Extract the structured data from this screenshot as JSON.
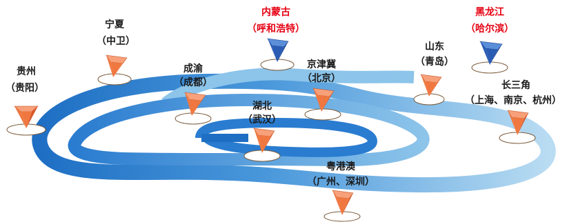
{
  "colors": {
    "track_dark": "#1e6fc4",
    "track_light": "#b9dcf2",
    "pin_orange": "#f07840",
    "pin_blue": "#2a5cb4",
    "label_black": "#1a1a1a",
    "label_red": "#e60012"
  },
  "hubs": [
    {
      "id": "guizhou",
      "line1": "贵州",
      "line2": "（贵阳）",
      "color": "orange",
      "text_color": "black"
    },
    {
      "id": "ningxia",
      "line1": "宁夏",
      "line2": "（中卫）",
      "color": "orange",
      "text_color": "black"
    },
    {
      "id": "neimenggu",
      "line1": "内蒙古",
      "line2": "（呼和浩特）",
      "color": "blue",
      "text_color": "red"
    },
    {
      "id": "chengyu",
      "line1": "成渝",
      "line2": "（成都）",
      "color": "orange",
      "text_color": "black"
    },
    {
      "id": "jingjinji",
      "line1": "京津冀",
      "line2": "（北京）",
      "color": "orange",
      "text_color": "black"
    },
    {
      "id": "shandong",
      "line1": "山东",
      "line2": "（青岛）",
      "color": "orange",
      "text_color": "black"
    },
    {
      "id": "heilongjiang",
      "line1": "黑龙江",
      "line2": "（哈尔滨）",
      "color": "blue",
      "text_color": "red"
    },
    {
      "id": "changsanjiao",
      "line1": "长三角",
      "line2": "（上海、南京、杭州）",
      "color": "orange",
      "text_color": "black"
    },
    {
      "id": "hubei",
      "line1": "湖北",
      "line2": "（武汉）",
      "color": "orange",
      "text_color": "black"
    },
    {
      "id": "yuegangao",
      "line1": "粤港澳",
      "line2": "（广州、深圳）",
      "color": "orange",
      "text_color": "black"
    }
  ]
}
